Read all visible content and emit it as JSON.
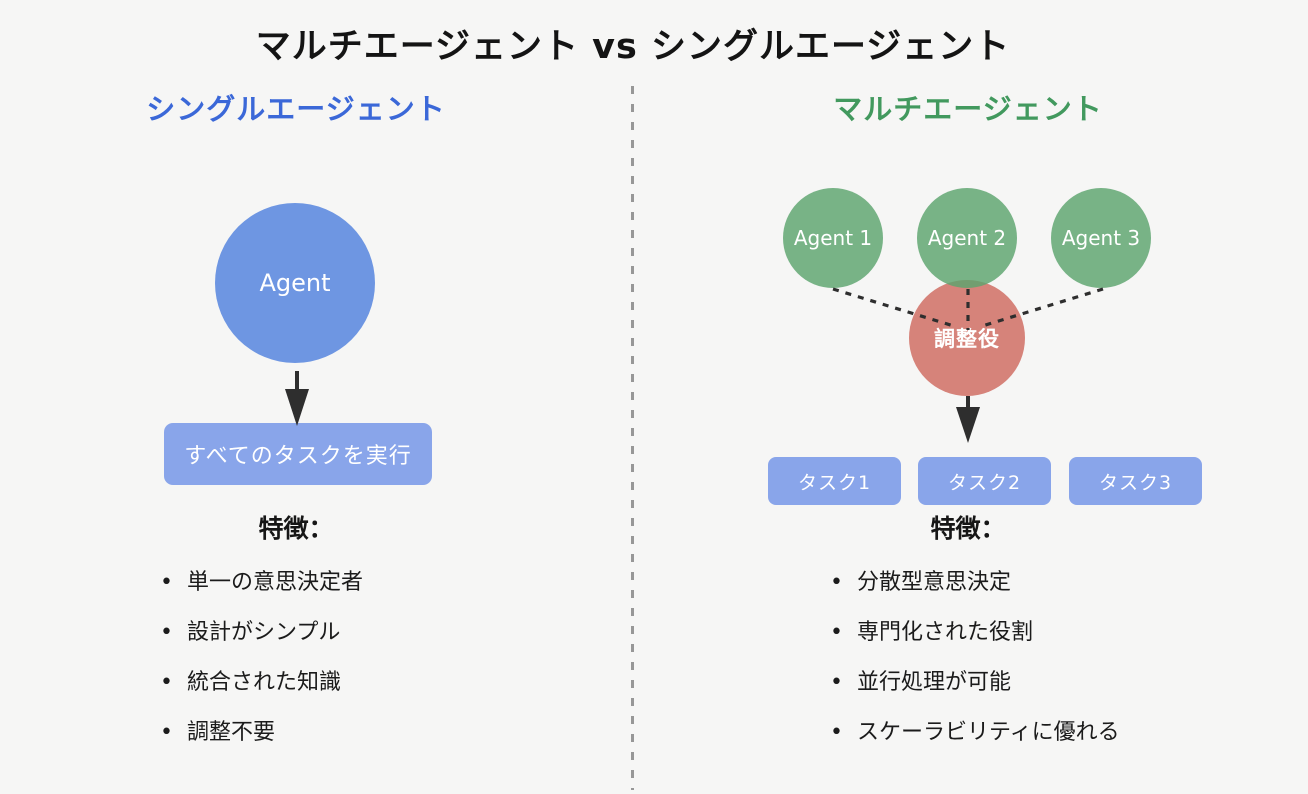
{
  "title": "マルチエージェント vs シングルエージェント",
  "left_panel": {
    "heading": "シングルエージェント",
    "heading_color": "#3b68d8",
    "agent_circle_label": "Agent",
    "exec_box_label": "すべてのタスクを実行",
    "features_title": "特徴：",
    "features": [
      "単一の意思決定者",
      "設計がシンプル",
      "統合された知識",
      "調整不要"
    ]
  },
  "right_panel": {
    "heading": "マルチエージェント",
    "heading_color": "#42995e",
    "agent_circles": [
      "Agent 1",
      "Agent 2",
      "Agent 3"
    ],
    "coordinator_label": "調整役",
    "task_boxes": [
      "タスク1",
      "タスク2",
      "タスク3"
    ],
    "features_title": "特徴：",
    "features": [
      "分散型意思決定",
      "専門化された役割",
      "並行処理が可能",
      "スケーラビリティに優れる"
    ]
  },
  "colors": {
    "background": "#f6f6f5",
    "title_text": "#141414",
    "single_agent_heading": "#3b68d8",
    "multi_agent_heading": "#42995e",
    "agent_circle_blue": "#6e96e2",
    "box_blue": "#89a5ea",
    "agent_circle_green": "#78b287",
    "coordinator_red": "#d6837a",
    "arrow_black": "#2e2e2e",
    "divider_gray": "#979797"
  }
}
